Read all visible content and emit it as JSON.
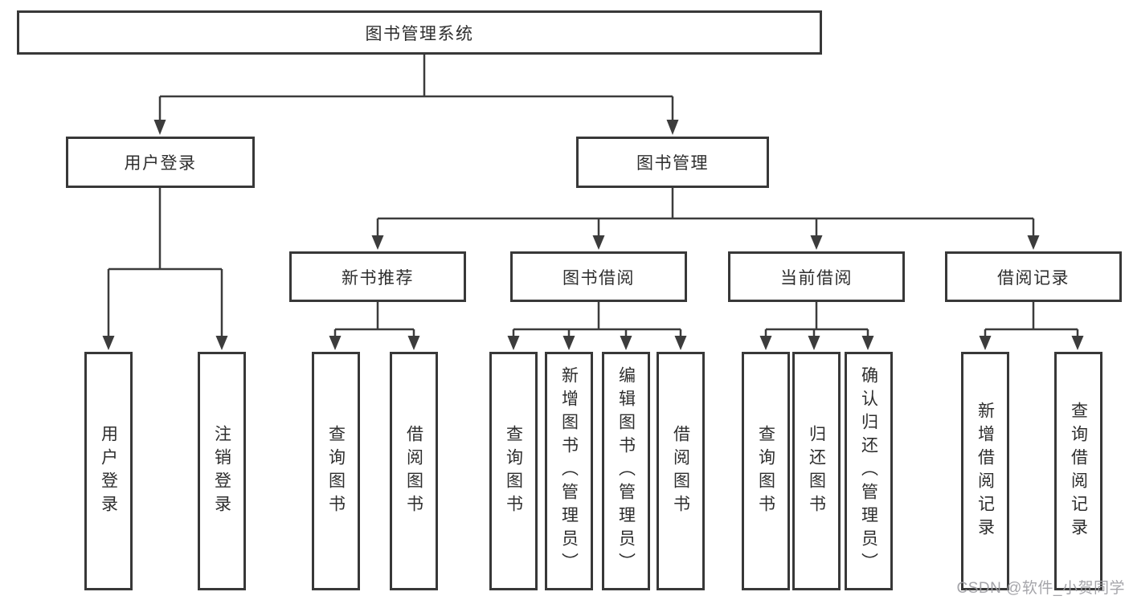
{
  "diagram": {
    "root": {
      "label": "图书管理系统"
    },
    "user_login": {
      "label": "用户登录",
      "children": [
        {
          "label": "用户登录"
        },
        {
          "label": "注销登录"
        }
      ]
    },
    "book_management": {
      "label": "图书管理",
      "sections": [
        {
          "label": "新书推荐",
          "children": [
            {
              "label": "查询图书"
            },
            {
              "label": "借阅图书"
            }
          ]
        },
        {
          "label": "图书借阅",
          "children": [
            {
              "label": "查询图书"
            },
            {
              "label": "新增图书（管理员）"
            },
            {
              "label": "编辑图书（管理员）"
            },
            {
              "label": "借阅图书"
            }
          ]
        },
        {
          "label": "当前借阅",
          "children": [
            {
              "label": "查询图书"
            },
            {
              "label": "归还图书"
            },
            {
              "label": "确认归还（管理员）"
            }
          ]
        },
        {
          "label": "借阅记录",
          "children": [
            {
              "label": "新增借阅记录"
            },
            {
              "label": "查询借阅记录"
            }
          ]
        }
      ]
    }
  },
  "watermark": {
    "text": "CSDN @软件_小贺同学"
  },
  "colors": {
    "background": "#ffffff",
    "box_border": "#383838",
    "connector_line": "#3c3c3c",
    "text": "#2e2e2e",
    "watermark_text": "#9e9ea3"
  }
}
